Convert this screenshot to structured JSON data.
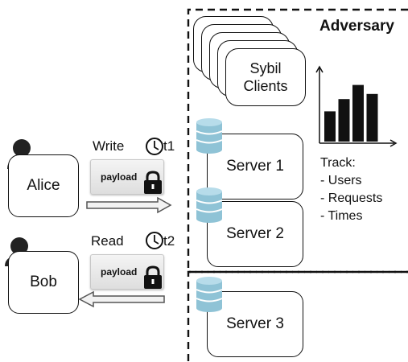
{
  "adversary": {
    "title": "Adversary",
    "sybil_label_line1": "Sybil",
    "sybil_label_line2": "Clients",
    "track_title": "Track:",
    "track_items": [
      "- Users",
      "- Requests",
      "- Times"
    ],
    "chart_bar_levels": [
      0.47,
      0.66,
      0.88,
      0.74
    ]
  },
  "alice": {
    "name": "Alice",
    "action": "Write",
    "time": "t1",
    "payload": "payload"
  },
  "bob": {
    "name": "Bob",
    "action": "Read",
    "time": "t2",
    "payload": "payload"
  },
  "servers": [
    "Server 1",
    "Server 2",
    "Server 3"
  ],
  "icons": {
    "person": "person-icon",
    "clock": "clock-icon",
    "lock": "lock-icon",
    "database": "database-icon"
  }
}
